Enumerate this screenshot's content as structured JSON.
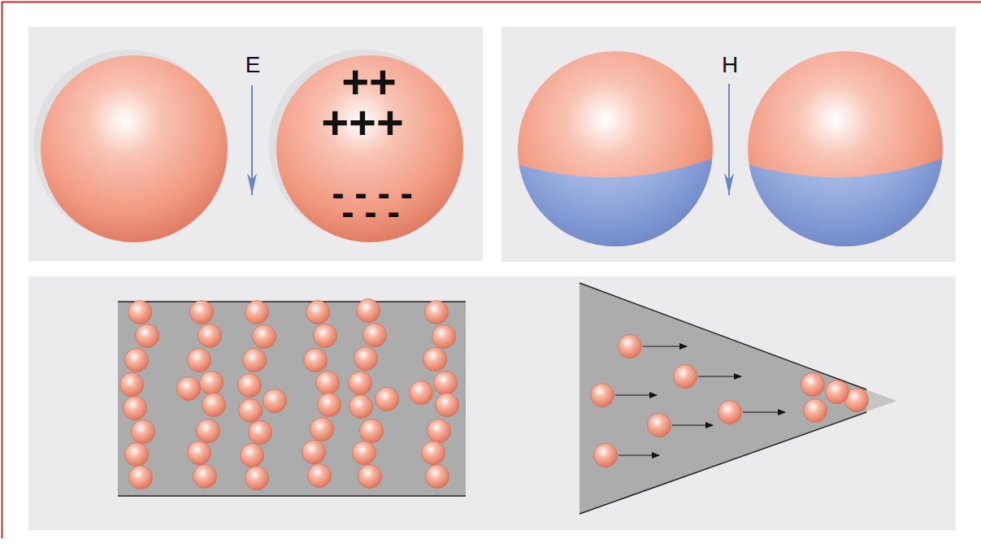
{
  "diagram": {
    "labels": [
      "E",
      "H",
      "++",
      "+++",
      "- - - -",
      "- - -"
    ]
  }
}
